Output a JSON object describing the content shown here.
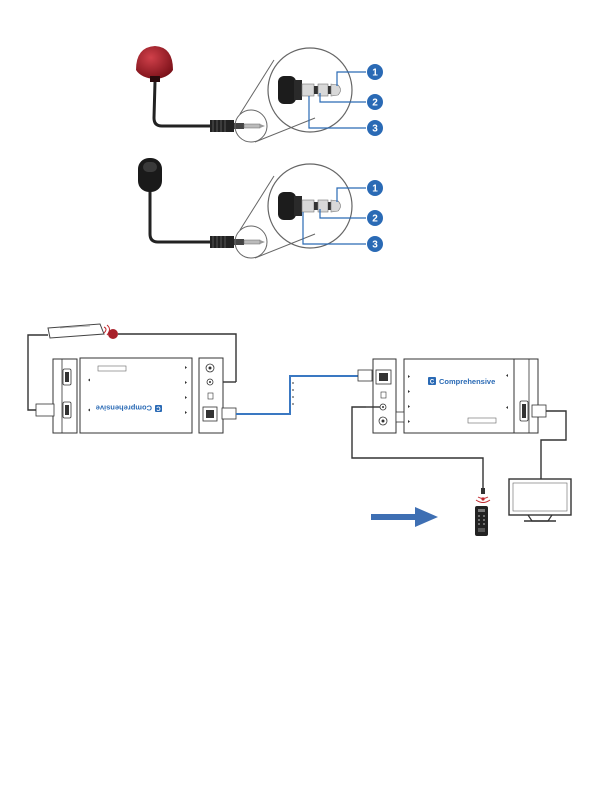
{
  "brand_name": "Comprehensive",
  "brand_logo_letter": "C",
  "callouts": [
    "1",
    "2",
    "3"
  ],
  "colors": {
    "callout_blue": "#2a6ab5",
    "cable_blue": "#3a78c2",
    "arrow_blue": "#3e6fb3",
    "ir_receiver_red": "#a8202a",
    "ir_receiver_black": "#1a1a1a",
    "line_black": "#222222",
    "outline_gray": "#555555"
  },
  "icons": [
    "ir-receiver-icon",
    "ir-blaster-icon",
    "audio-jack-icon",
    "remote-control-icon",
    "tv-icon",
    "hdmi-port-icon",
    "rj45-port-icon",
    "arrow-right-icon"
  ]
}
